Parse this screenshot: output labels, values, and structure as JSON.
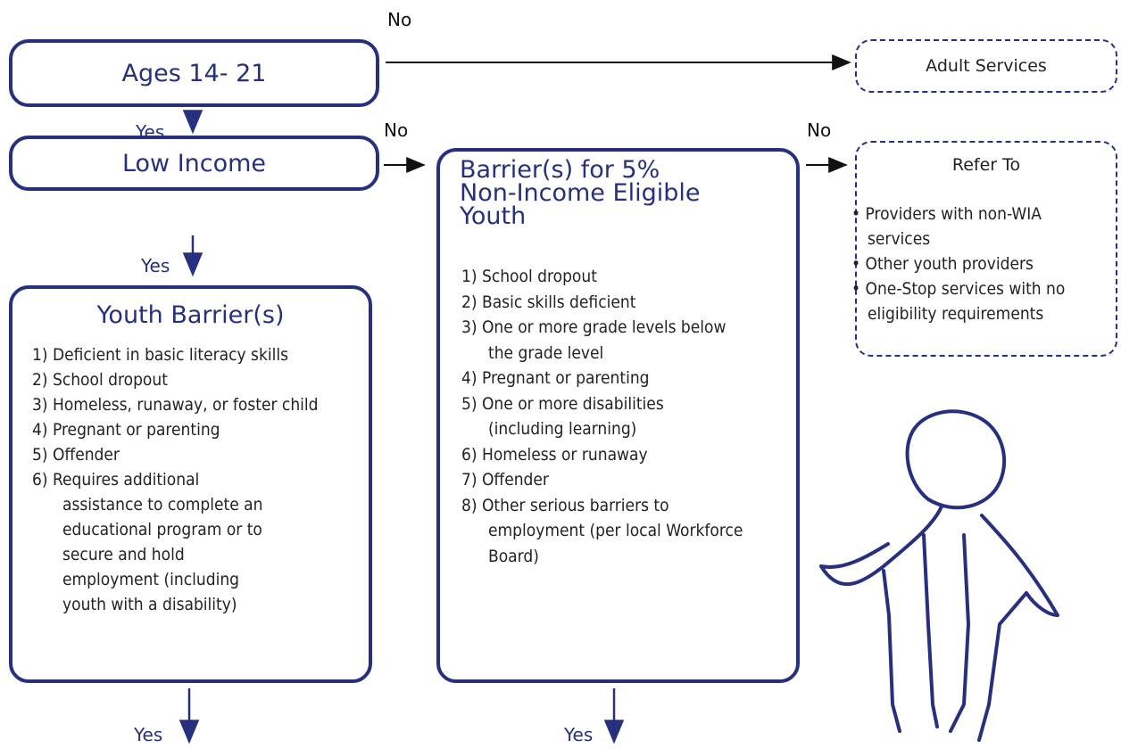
{
  "nodes": {
    "ages": "Ages 14- 21",
    "low_income": "Low Income",
    "youth_barriers": {
      "title": "Youth Barrier(s)",
      "items": [
        "1) Deficient in basic literacy skills",
        "2) School dropout",
        "3) Homeless, runaway, or foster child",
        "4) Pregnant or parenting",
        "5) Offender",
        "6) Requires additional",
        "assistance to complete an",
        "educational program or to",
        "secure and hold",
        "employment (including",
        "youth with a disability)"
      ]
    },
    "non_income": {
      "title_1": "Barrier(s) for 5%",
      "title_2": "Non-Income Eligible",
      "title_3": "Youth",
      "items": [
        "1) School dropout",
        "2) Basic skills deficient",
        "3) One or more grade levels below",
        "the grade level",
        "4) Pregnant or parenting",
        "5) One or more disabilities",
        "(including learning)",
        "6) Homeless or runaway",
        "7) Offender",
        "8) Other serious barriers to",
        "employment (per local Workforce",
        "Board)"
      ]
    },
    "adult_services": "Adult Services",
    "refer_to": {
      "title": "Refer To",
      "items": [
        "Providers with non-WIA",
        "services",
        "Other youth providers",
        "One-Stop services with no",
        "eligibility requirements"
      ]
    }
  },
  "edges": {
    "no_top": "No",
    "yes_1": "Yes",
    "no_mid": "No",
    "no_right": "No",
    "yes_2": "Yes",
    "yes_bottom_left": "Yes",
    "yes_bottom_mid": "Yes"
  },
  "colors": {
    "box_border": "#27307f",
    "accent_text": "#27307f"
  }
}
